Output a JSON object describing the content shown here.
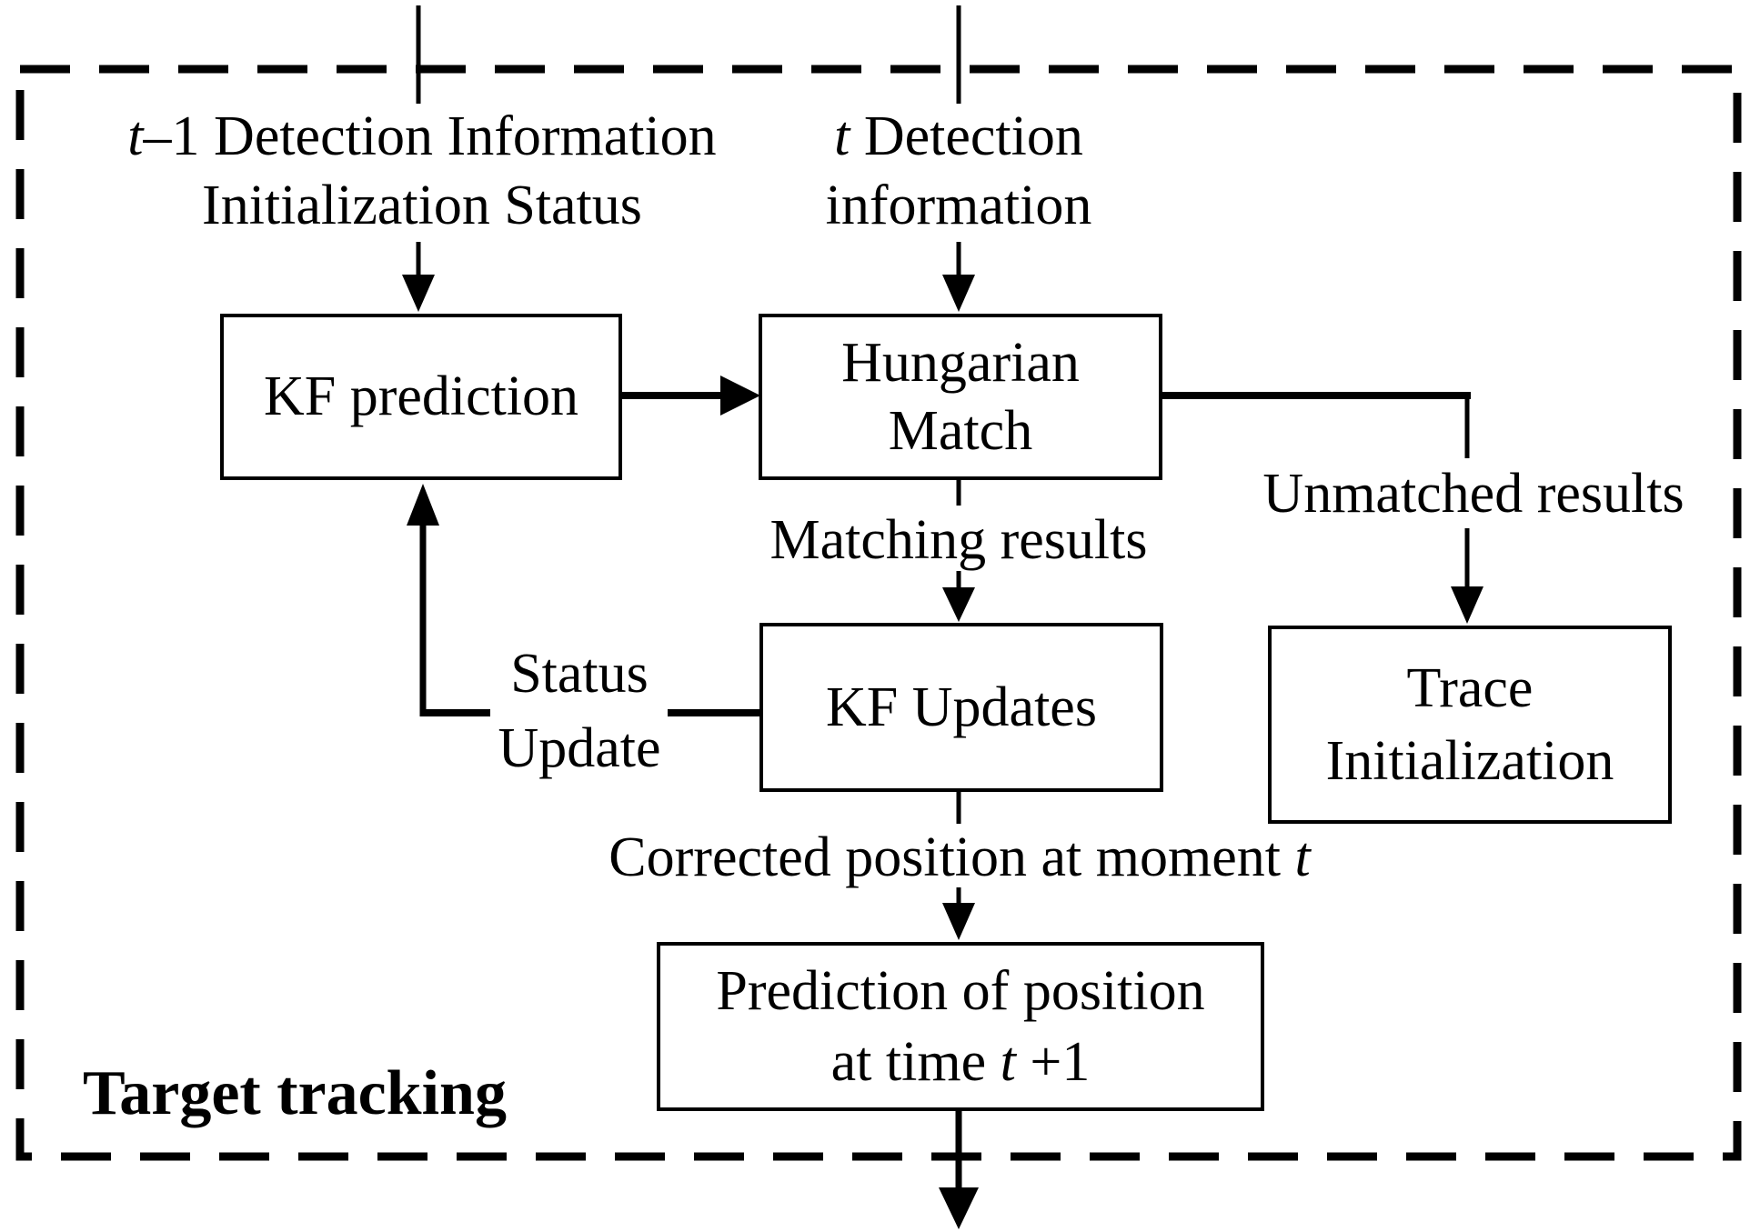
{
  "region_label": "Target tracking",
  "colors": {
    "ink": "#000000",
    "paper": "#ffffff"
  },
  "inputs": {
    "left": {
      "var1": "t",
      "rest1": "–1 Detection Information",
      "line2": "Initialization Status"
    },
    "right": {
      "var1": "t",
      "rest1": " Detection",
      "line2": "information"
    }
  },
  "nodes": {
    "kf_prediction": {
      "label": "KF prediction"
    },
    "hungarian_match": {
      "line1": "Hungarian",
      "line2": "Match"
    },
    "kf_updates": {
      "label": "KF Updates"
    },
    "trace_initialization": {
      "line1": "Trace",
      "line2": "Initialization"
    },
    "position_prediction": {
      "line1": "Prediction of position",
      "line2_pre": "at time ",
      "line2_var": "t",
      "line2_post": " +1"
    }
  },
  "edge_labels": {
    "matching_results": "Matching results",
    "unmatched_results": "Unmatched results",
    "status_line1": "Status",
    "status_line2": "Update",
    "corrected_pre": "Corrected position at moment ",
    "corrected_var": "t"
  }
}
